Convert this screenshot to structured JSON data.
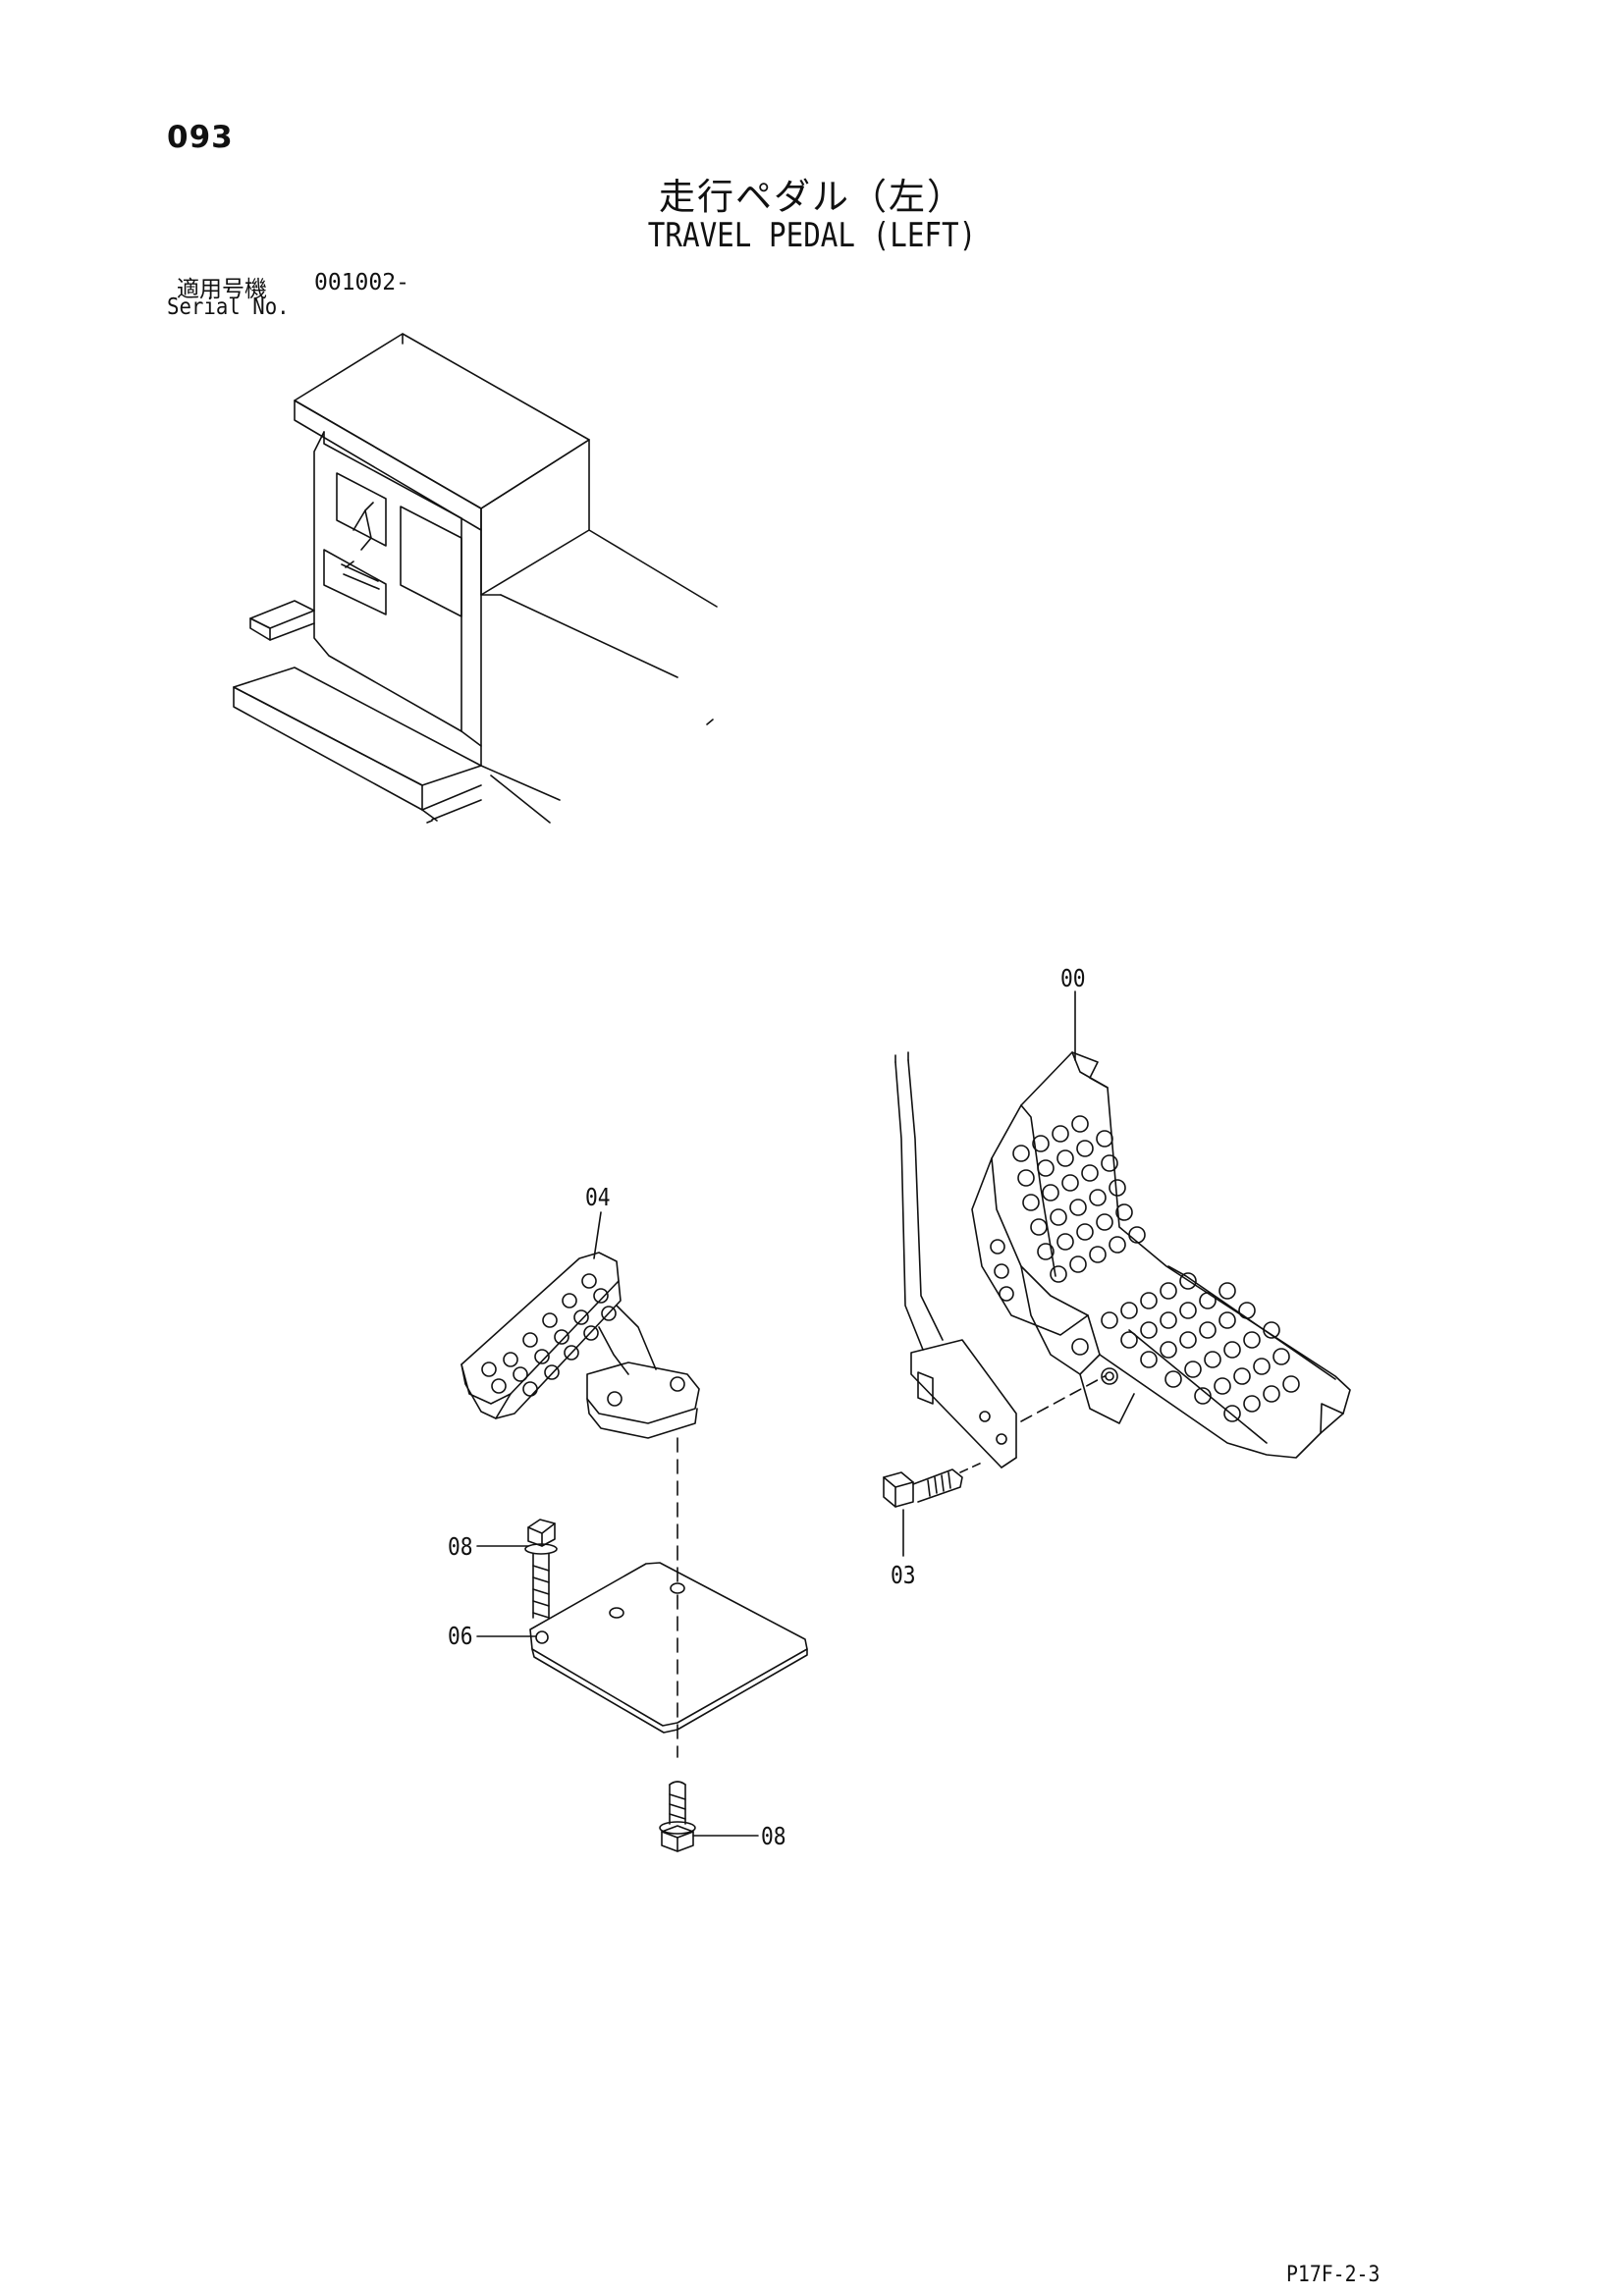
{
  "header": {
    "page_number": "093",
    "title_jp": "走行ペダル（左）",
    "title_en": "TRAVEL PEDAL (LEFT)",
    "serial_label_jp": "適用号機",
    "serial_value": "001002-",
    "serial_label_en": "Serial No."
  },
  "callouts": [
    {
      "id": "00",
      "label": "00"
    },
    {
      "id": "03",
      "label": "03"
    },
    {
      "id": "04",
      "label": "04"
    },
    {
      "id": "06",
      "label": "06"
    },
    {
      "id": "08a",
      "label": "08"
    },
    {
      "id": "08b",
      "label": "08"
    }
  ],
  "footer": {
    "code": "P17F-2-3"
  },
  "colors": {
    "ink": "#111111",
    "paper": "#ffffff"
  }
}
